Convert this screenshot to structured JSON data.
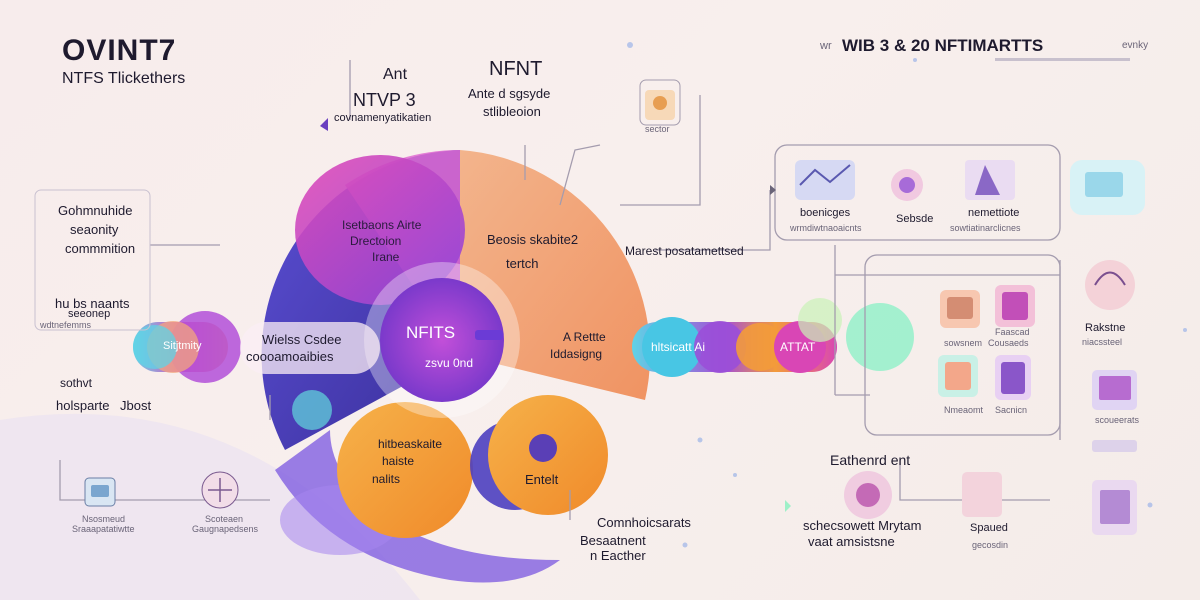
{
  "header": {
    "title": "OVINT7",
    "subtitle": "NTFS Tlickethers",
    "top_right": "WIB 3 & 20 NFTIMARTTS",
    "top_right_pre": "wr",
    "top_right_post": "evnky"
  },
  "top_center": {
    "ant": "Ant",
    "nvp": "NTVP 3",
    "conversation": "covnamenyatikatien",
    "nfnt": "NFNT",
    "ante": "Ante d sgsyde",
    "stiddesien": "stlibleoion",
    "sector": "sector"
  },
  "left_column": {
    "block1": [
      "Gohmnuhide",
      "seaonity",
      "commmition"
    ],
    "block2": [
      "hu bs naants",
      "seeonep",
      "wdtnefemms"
    ],
    "block3": [
      "sothvt",
      "holsparte",
      "Jbost"
    ]
  },
  "circle": {
    "top_left": [
      "Isetbaons Airte",
      "Drectoion",
      "Irane"
    ],
    "top_right": [
      "Beosis skabite2",
      "tertch"
    ],
    "center": [
      "NFITS",
      "zsvu 0nd"
    ],
    "left_mid": [
      "Wielss Csdee",
      "coooamoaibies"
    ],
    "right_mid": [
      "A Rettte",
      "Iddasigng"
    ],
    "bottom_left": [
      "hitbeaskaite",
      "haiste",
      "nalits"
    ],
    "bottom_right": "Entelt"
  },
  "pill_left": "Sitjtmity",
  "pill_right": "hltsicatt Ai",
  "pill_right2": "ATTAT",
  "marest_label": "Marest posatamettsed",
  "right_panel": {
    "row1": [
      "boenicges",
      "Sebsde",
      "nemettiote"
    ],
    "row1_small": [
      "wrmdiwtnaoaicnts",
      "sowtiatinarclicnes"
    ],
    "col2": [
      "Rakstne",
      "niacssteel"
    ],
    "grid": [
      "Faascad",
      "Cousaeds",
      "Nmeaomt",
      "Sacnicn"
    ],
    "small_labels": [
      "sowsnem",
      "scoueerats"
    ]
  },
  "bottom_left_items": [
    "Nsosmeud",
    "Sraaapatatiwtte",
    "Scoteaen",
    "Gaugnapedsens"
  ],
  "bottom_center": [
    "Comnhoicsarats",
    "Besaatnent",
    "n Eacther"
  ],
  "bottom_right": {
    "label": "Eathenrd ent",
    "line1": "schecsowett Mrytam",
    "line2": "vaat amsistsne",
    "side": "Spaued",
    "side_small": "gecosdin"
  },
  "colors": {
    "indigo": "#4a3fb8",
    "magenta": "#c13ed0",
    "peach": "#f0a77a",
    "orange": "#f39b3a",
    "cyan": "#5fd3e6",
    "violet": "#8b4fe0",
    "mint": "#8ef0c8"
  }
}
